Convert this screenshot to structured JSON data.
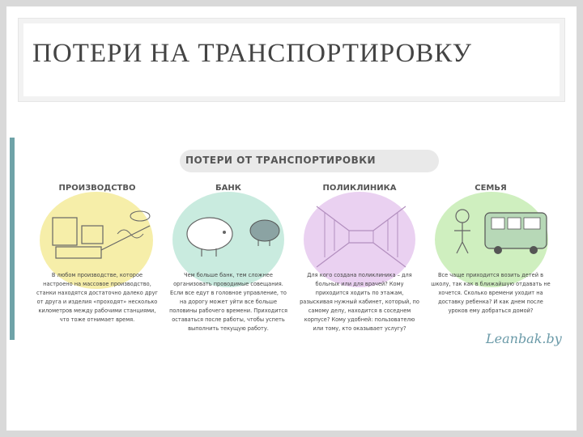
{
  "slide": {
    "title": "ПОТЕРИ НА ТРАНСПОРТИРОВКУ"
  },
  "infographic": {
    "header": "ПОТЕРИ ОТ ТРАНСПОРТИРОВКИ",
    "panels": [
      {
        "label": "ПРОИЗВОДСТВО",
        "color": "#f4eb9a",
        "text": "В любом производстве, которое настроено на массовое производство, станки находятся достаточно далеко друг от друга и изделия «проходят» несколько километров между рабочими станциями, что тоже отнимает время."
      },
      {
        "label": "БАНК",
        "color": "#bfe8d9",
        "text": "Чем больше банк, тем сложнее организовать проводимые совещания. Если все едут в головное управление, то на дорогу может уйти все больше половины рабочего времени. Приходится оставаться после работы, чтобы успеть выполнить текущую работу."
      },
      {
        "label": "ПОЛИКЛИНИКА",
        "color": "#e6c9ee",
        "text": "Для кого создана поликлиника – для больных или для врачей? Кому приходится ходить по этажам, разыскивая нужный кабинет, который, по самому делу, находится в соседнем корпусе? Кому удобней: пользователю или тому, кто оказывает услугу?"
      },
      {
        "label": "СЕМЬЯ",
        "color": "#c7ecb4",
        "text": "Все чаще приходится возить детей в школу, так как в ближайшую отдавать не хочется. Сколько времени уходит на доставку ребенка? И как днем после уроков ему добраться домой?"
      }
    ],
    "signature": "Leanbak.by"
  }
}
